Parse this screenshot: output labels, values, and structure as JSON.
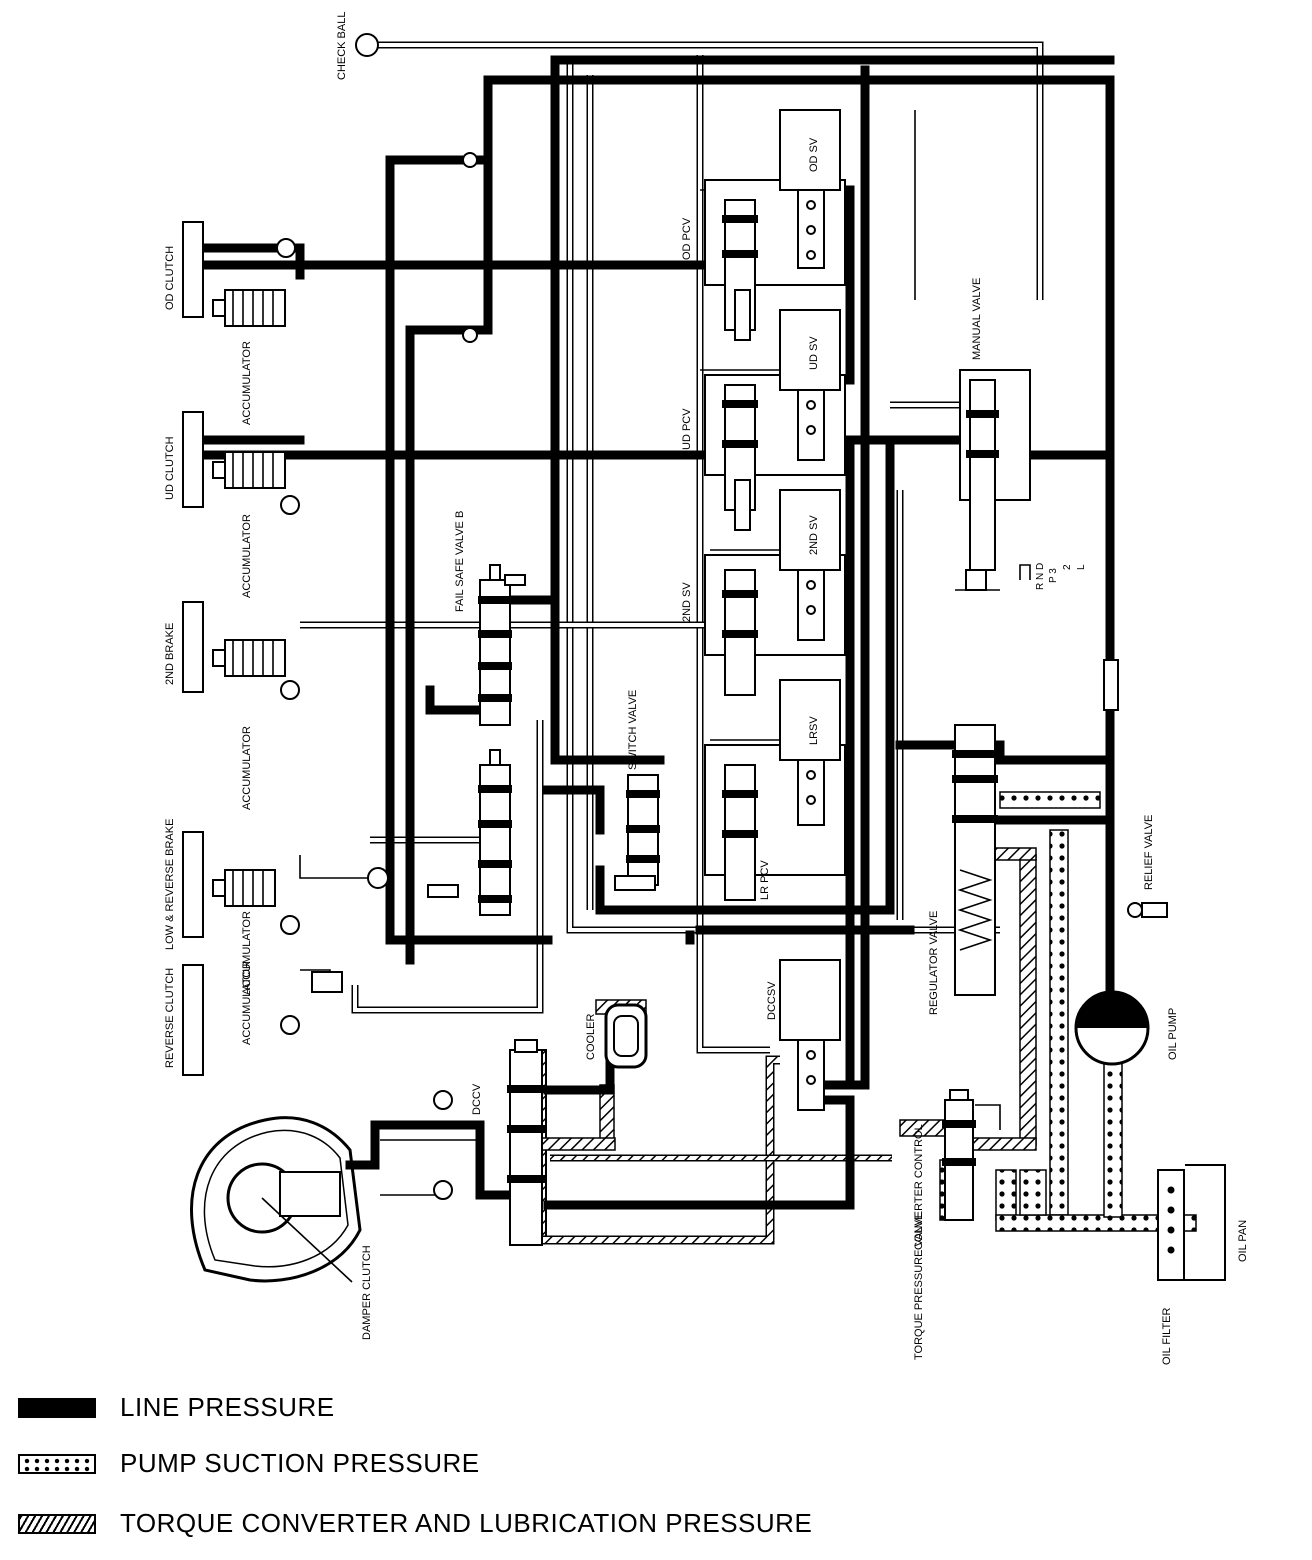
{
  "diagram": {
    "labels": {
      "check_ball": "CHECK BALL",
      "od_clutch": "OD CLUTCH",
      "accumulator_1": "ACCUMULATOR",
      "ud_clutch": "UD CLUTCH",
      "accumulator_2": "ACCUMULATOR",
      "second_brake": "2ND BRAKE",
      "accumulator_3": "ACCUMULATOR",
      "low_reverse_brake": "LOW & REVERSE BRAKE",
      "accumulator_4": "ACCUMULATOR",
      "reverse_clutch": "REVERSE CLUTCH",
      "accumulator_5": "ACCUMULATOR",
      "fail_safe_valve_b": "FAIL SAFE VALVE B",
      "second_sv_lower": "2ND SV",
      "switch_valve": "SWITCH VALVE",
      "od_pcv": "OD PCV",
      "ud_pcv": "UD PCV",
      "lr_pcv": "LR PCV",
      "od_sv": "OD SV",
      "ud_sv": "UD SV",
      "second_sv": "2ND SV",
      "lr_sv": "LRSV",
      "dcc_sv": "DCCSV",
      "manual_valve": "MANUAL VALVE",
      "selector_positions": "R N D",
      "selector_positions_2": "P 3",
      "selector_2": "2",
      "selector_l": "L",
      "regulator_valve": "REGULATOR VALVE",
      "relief_valve": "RELIEF VALVE",
      "oil_pump": "OIL PUMP",
      "cooler": "COOLER",
      "dccv": "DCCV",
      "damper_clutch": "DAMPER CLUTCH",
      "converter_control": "CONVERTER CONTROL",
      "torque_pressure_valve": "TORQUE PRESSURE VALVE",
      "oil_filter": "OIL FILTER",
      "oil_pan": "OIL PAN"
    }
  },
  "legend": {
    "line_pressure": "LINE PRESSURE",
    "pump_suction_pressure": "PUMP SUCTION PRESSURE",
    "torque_converter_lubrication": "TORQUE CONVERTER AND LUBRICATION PRESSURE"
  }
}
